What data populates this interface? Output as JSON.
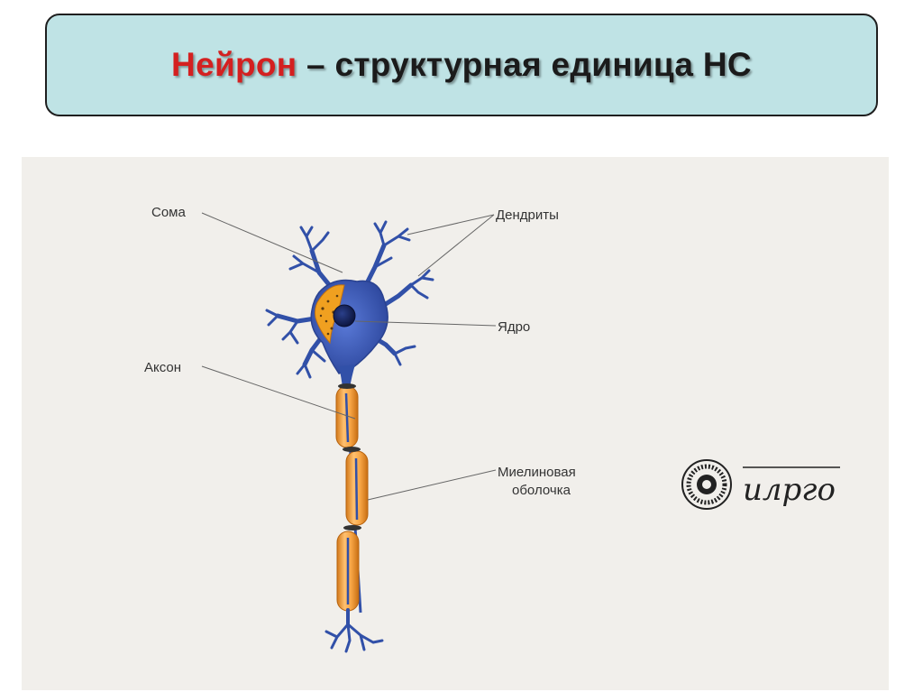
{
  "title": {
    "accent": "Нейрон",
    "rest": " – структурная единица НС"
  },
  "labels": {
    "soma": "Сома",
    "dendrites": "Дендриты",
    "nucleus": "Ядро",
    "axon": "Аксон",
    "myelin_line1": "Миелиновая",
    "myelin_line2": "оболочка"
  },
  "logo_text": "илрго",
  "colors": {
    "neuron_blue": "#3150a8",
    "soma_orange": "#f0a020",
    "myelin_orange": "#f3a041",
    "title_accent": "#d42020",
    "title_bg": "#bfe3e5",
    "diagram_bg": "#f1efeb"
  }
}
